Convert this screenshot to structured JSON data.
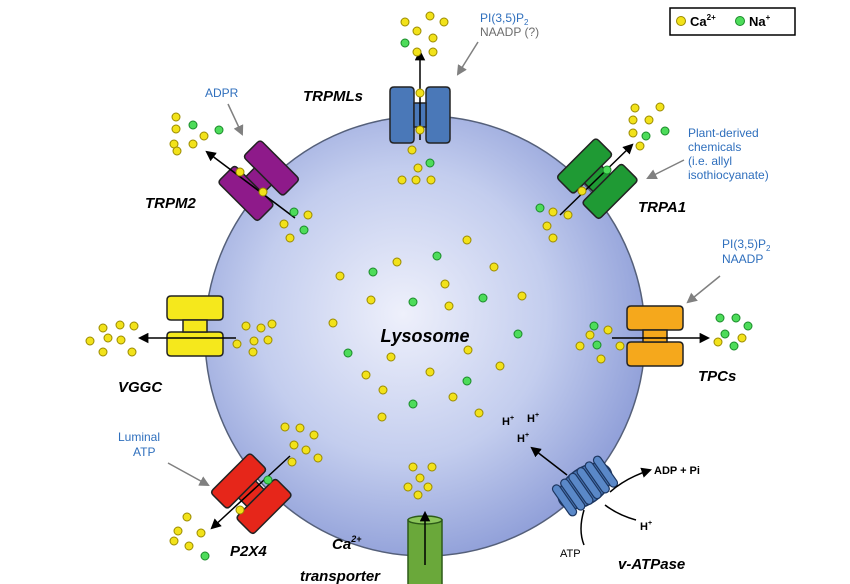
{
  "legend": {
    "ca": "Ca",
    "ca_sup": "2+",
    "na": "Na",
    "na_sup": "+"
  },
  "center": "Lysosome",
  "channels": {
    "trpmls": "TRPMLs",
    "trpm2": "TRPM2",
    "trpa1": "TRPA1",
    "vggc": "VGGC",
    "tpcs": "TPCs",
    "p2x4": "P2X4",
    "vatpase": "v-ATPase",
    "ca_transporter": "Ca",
    "ca_transporter_sup": "2+",
    "ca_transporter_2": "transporter"
  },
  "ligands": {
    "trpml_pi": "PI(3,5)P",
    "trpml_pi_sub": "2",
    "trpml_naadp": "NAADP  (?)",
    "trpm2_adpr": "ADPR",
    "trpa1_l1": "Plant-derived",
    "trpa1_l2": "chemicals",
    "trpa1_l3": "(i.e. allyl",
    "trpa1_l4": "isothiocyanate)",
    "tpc_pi": "PI(3,5)P",
    "tpc_pi_sub": "2",
    "tpc_naadp": "NAADP",
    "p2x4_l1": "Luminal",
    "p2x4_l2": "ATP"
  },
  "vatpase_labels": {
    "h": "H",
    "h_sup": "+",
    "adp": "ADP + Pi",
    "atp": "ATP"
  },
  "colors": {
    "ca": "#f2e21a",
    "na": "#4ddc5a",
    "trpml": "#4a78b8",
    "trpm2": "#8e1a8a",
    "trpa1": "#1f9a34",
    "vggc": "#f5e81c",
    "tpc": "#f5a81c",
    "p2x4": "#e6261a",
    "vatpase": "#4a78b8",
    "transporter": "#6aa83a"
  }
}
